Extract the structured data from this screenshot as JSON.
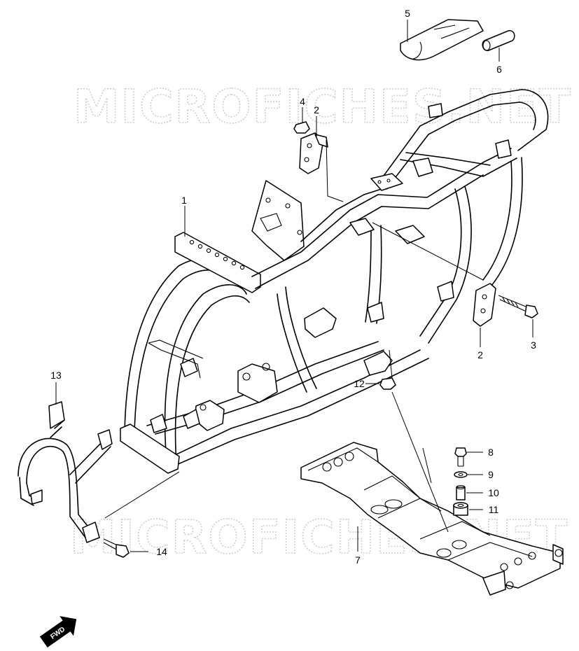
{
  "watermark": "MICROFICHES.NET",
  "fwd_label": "FWD",
  "parts": [
    {
      "ref": "1",
      "desc": "frame"
    },
    {
      "ref": "2",
      "desc": "bracket (upper)"
    },
    {
      "ref": "2",
      "desc": "bracket (lower)"
    },
    {
      "ref": "3",
      "desc": "bolt"
    },
    {
      "ref": "4",
      "desc": "nut"
    },
    {
      "ref": "5",
      "desc": "cover"
    },
    {
      "ref": "6",
      "desc": "cap"
    },
    {
      "ref": "7",
      "desc": "crossmember frame"
    },
    {
      "ref": "8",
      "desc": "bolt"
    },
    {
      "ref": "9",
      "desc": "washer"
    },
    {
      "ref": "10",
      "desc": "collar"
    },
    {
      "ref": "11",
      "desc": "cushion"
    },
    {
      "ref": "12",
      "desc": "nut"
    },
    {
      "ref": "13",
      "desc": "front bumper"
    },
    {
      "ref": "14",
      "desc": "bolt"
    }
  ]
}
